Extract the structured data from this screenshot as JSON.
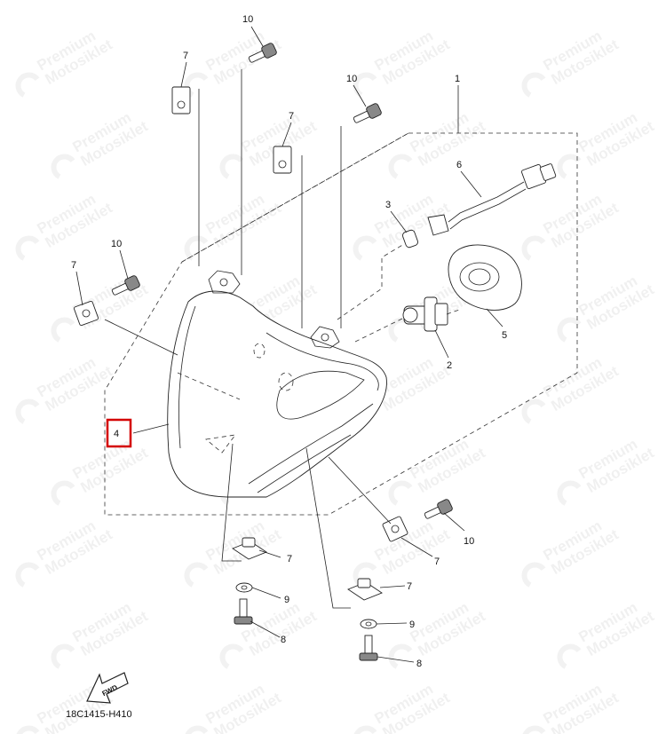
{
  "drawing_code": "18C1415-H410",
  "watermark": [
    "Premium",
    "Motosiklet"
  ],
  "fwd_label": "FWD",
  "highlight_color": "#d40000",
  "callouts": {
    "c1": "1",
    "c2": "2",
    "c3": "3",
    "c4": "4",
    "c5": "5",
    "c6": "6",
    "c7a": "7",
    "c7b": "7",
    "c7c": "7",
    "c7d": "7",
    "c7e": "7",
    "c7f": "7",
    "c8a": "8",
    "c8b": "8",
    "c9a": "9",
    "c9b": "9",
    "c10a": "10",
    "c10b": "10",
    "c10c": "10",
    "c10d": "10"
  }
}
